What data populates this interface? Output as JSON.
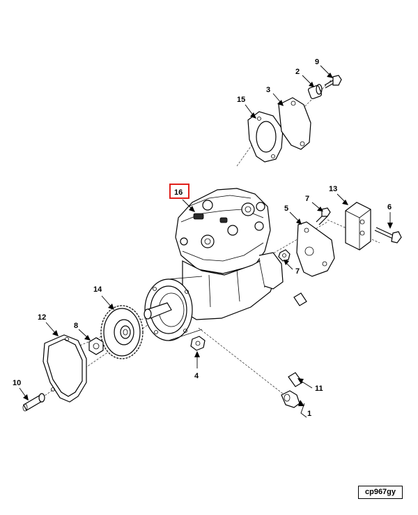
{
  "callouts": {
    "c1": "1",
    "c2": "2",
    "c3": "3",
    "c4": "4",
    "c5": "5",
    "c6": "6",
    "c7a": "7",
    "c7b": "7",
    "c8": "8",
    "c9": "9",
    "c10": "10",
    "c11": "11",
    "c12": "12",
    "c13": "13",
    "c14": "14",
    "c15": "15",
    "c16": "16"
  },
  "highlight": {
    "callout": "16",
    "color": "#e0201b"
  },
  "drawing_id": "cp967gy"
}
